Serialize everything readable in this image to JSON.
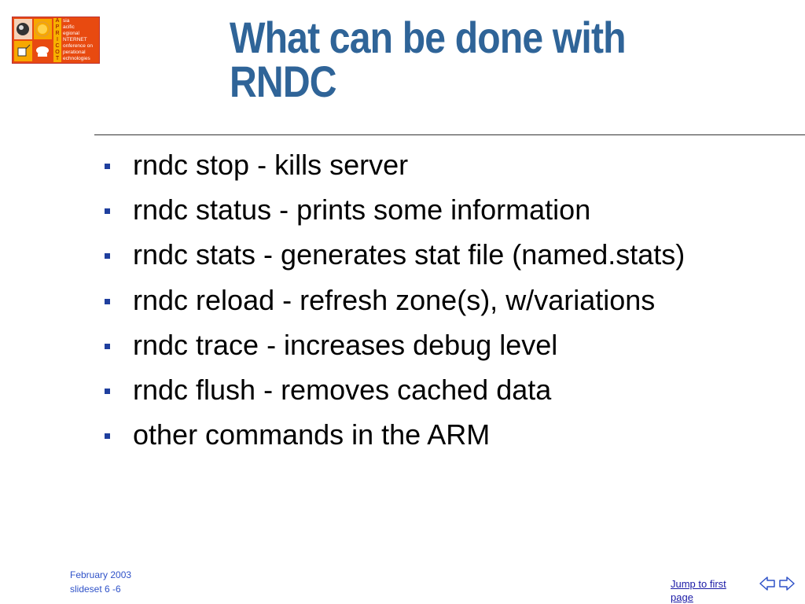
{
  "logo": {
    "letters": [
      "A",
      "P",
      "R",
      "I",
      "C",
      "O",
      "T"
    ],
    "words": [
      "sia",
      "acific",
      "egional",
      "NTERNET",
      "onference on",
      "perational",
      "echnologies"
    ]
  },
  "slide": {
    "title": "What can be done with RNDC",
    "bullets": [
      "rndc stop - kills server",
      "rndc status - prints some information",
      "rndc stats - generates stat file (named.stats)",
      "rndc reload - refresh zone(s), w/variations",
      "rndc trace - increases debug level",
      "rndc flush - removes cached data",
      "other commands in the ARM"
    ]
  },
  "footer": {
    "date": "February 2003",
    "slideset": "slideset 6 -6"
  },
  "nav": {
    "jump_label": "Jump to first page",
    "prev_icon": "arrow-left-icon",
    "next_icon": "arrow-right-icon"
  },
  "colors": {
    "title": "#2f6498",
    "bullet": "#1f3f9e",
    "footer": "#2f52c8",
    "link": "#1a1aa6",
    "logo_bg": "#e84a10"
  }
}
